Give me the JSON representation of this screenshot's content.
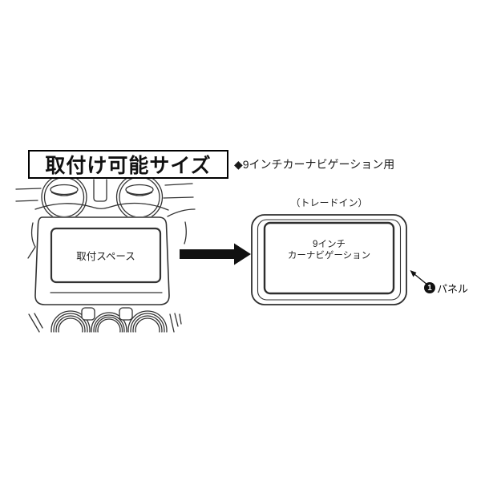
{
  "header": {
    "title": "取付け可能サイズ",
    "subtitle": "◆9インチカーナビゲーション用"
  },
  "dashboard": {
    "screen_label": "取付スペース"
  },
  "flow": {
    "icon": "right-arrow-icon"
  },
  "tradein_panel": {
    "caption": "（トレードイン）",
    "label_line1": "9インチ",
    "label_line2": "カーナビゲーション",
    "callout": {
      "number": "1",
      "label": "パネル"
    }
  },
  "colors": {
    "background": "#ffffff",
    "line": "#333333",
    "arrow": "#111111",
    "header_border": "#000000"
  }
}
